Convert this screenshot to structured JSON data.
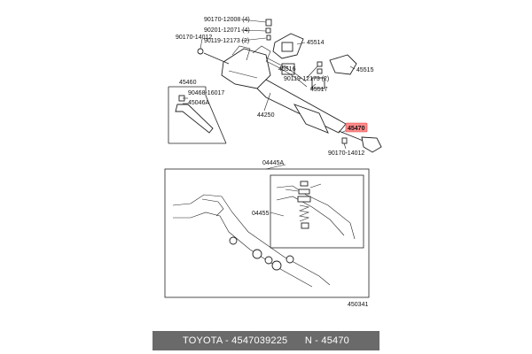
{
  "labels": {
    "p90170_12008": "90170-12008 (4)",
    "p90201_12071": "90201-12071 (4)",
    "p90119_12173a": "90119-12173 (2)",
    "p90170_14012a": "90170-14012",
    "p45514": "45514",
    "p45516": "45516",
    "p45515": "45515",
    "p90119_12173b": "90119-12173 (2)",
    "p45517": "45517",
    "p45460": "45460",
    "p90468_16017": "90468-16017",
    "p45046A": "45046A",
    "p44250": "44250",
    "p45470": "45470",
    "p90170_14012b": "90170-14012",
    "p04445A": "04445A",
    "p04455": "04455",
    "p450341": "450341"
  },
  "highlight_color": "#ff8a8a",
  "caption": {
    "text": "TOYOTA - 4547039225      N - 45470",
    "bg": "#6a6a6a"
  }
}
